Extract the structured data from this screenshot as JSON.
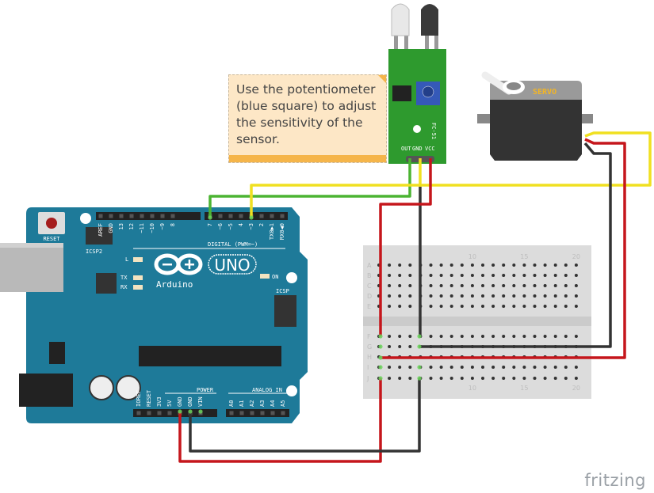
{
  "note": {
    "text": "Use the potentiometer (blue square) to adjust the sensitivity of the sensor."
  },
  "sensor": {
    "model": "FC-51",
    "pins": [
      "OUT",
      "GND",
      "VCC"
    ]
  },
  "servo": {
    "label": "SERVO"
  },
  "arduino": {
    "logo_text": "Arduino",
    "model": "UNO",
    "reset_label": "RESET",
    "icsp2_label": "ICSP2",
    "icsp_label": "ICSP",
    "led_labels": [
      "L",
      "TX",
      "RX"
    ],
    "on_label": "ON",
    "digital_label": "DIGITAL (PWM=~)",
    "digital_pins_left": [
      "AREF",
      "GND",
      "13",
      "12",
      "~11",
      "~10",
      "~9",
      "8"
    ],
    "digital_pins_right": [
      "7",
      "~6",
      "~5",
      "4",
      "~3",
      "2",
      "TX0▶1",
      "RX0◀0"
    ],
    "power_label": "POWER",
    "power_pins": [
      "IOREF",
      "RESET",
      "3V3",
      "5V",
      "GND",
      "GND",
      "VIN"
    ],
    "analog_label": "ANALOG IN",
    "analog_pins": [
      "A0",
      "A1",
      "A2",
      "A3",
      "A4",
      "A5"
    ]
  },
  "breadboard": {
    "rows_top": [
      "A",
      "B",
      "C",
      "D",
      "E"
    ],
    "rows_bottom": [
      "F",
      "G",
      "H",
      "I",
      "J"
    ],
    "column_labels": [
      "10",
      "15",
      "20"
    ]
  },
  "wire_colors": {
    "red": "#c5161c",
    "black": "#333333",
    "yellow": "#f0e020",
    "green": "#4bb432"
  },
  "brand": "fritzing"
}
